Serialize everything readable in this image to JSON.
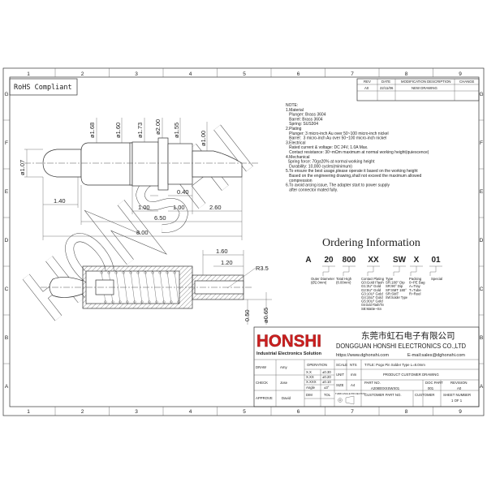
{
  "frame": {
    "columns": [
      "1",
      "2",
      "3",
      "4",
      "5",
      "6",
      "7",
      "8",
      "9"
    ],
    "rows": [
      "G",
      "F",
      "E",
      "D",
      "C",
      "B",
      "A"
    ]
  },
  "rohs": "RoHS Compliant",
  "watermark": "HONSHI",
  "revision_table": {
    "headers": [
      "REV",
      "DATE",
      "MODIFICATION DESCRIPTION",
      "CHANGE"
    ],
    "rows": [
      [
        "A0",
        "22/11/06",
        "NEW DRAWING",
        ""
      ]
    ]
  },
  "notes": [
    "NOTE:",
    "1.Material",
    "   Plunger: Brass 3604",
    "   Barrel: Brass 3604",
    "   Spring: SUS304",
    "2.Plating",
    "   Plunger: 3 micro-inch Au over 50~100 micro-inch nickel",
    "   Barrel:  3 micro-inch Au over 50~100 micro-inch nickel",
    "3.Electrical",
    "   Rated current & voltage: DC 24V, 1.0A Max.",
    "   Contact resistance: 30~mΩm maximum at normal working height(quiescence)",
    "4.Mechanical",
    "  Spring force: 70g±20% at normal working height",
    "   Durability: 10,000 cycles(minimum)",
    "5.To ensure the best usage,please operate it based on the working height",
    "   Based on the engineering drawing,shall not exceed the maximum allowed",
    "   compression",
    "6.To avoid arcing issue, The adapter start to power supply",
    "   after connector mated fully."
  ],
  "dimensions": {
    "diameters": [
      "ø1.68",
      "ø1.60",
      "ø1.73",
      "ø2.00",
      "ø1.55",
      "ø1.00",
      "ø1.07"
    ],
    "lengths": [
      "1.40",
      "1.00",
      "1.00",
      "0.40",
      "2.60",
      "6.50",
      "8.00"
    ],
    "section": [
      "1.60",
      "1.20",
      "R3.5",
      "0.50",
      "ø0.65"
    ]
  },
  "ordering": {
    "title": "Ordering Information",
    "codes": [
      "A",
      "20",
      "800",
      "XX",
      "SW",
      "X",
      "01"
    ],
    "descriptions": [
      [
        "Outer Diameter",
        "(Ø2.0mm)"
      ],
      [
        "Total High",
        "(8.00mm)"
      ],
      [
        "Contact   Plating",
        "G0:Gold  Flash",
        "G1:3U\"  Gold",
        "G2:5U\"  Gold",
        "G3:10U\"  Gold",
        "G4:15U\"  Gold",
        "G5:30U\"  Gold",
        "G6:Gold  Flash/Tin",
        "S8:Matte~Sn"
      ],
      [
        "Type",
        "SR:180°  Dip",
        "SR:90°  Dip",
        "SP:SMT  180°",
        "SR:SMT",
        "SW:Solder  Type"
      ],
      [
        "Packing",
        "0=PE  Bag",
        "A=Tray",
        "T=Tube",
        "R=Reel"
      ],
      [
        "Special"
      ]
    ]
  },
  "title_block": {
    "logo": "HONSHI",
    "logo_tagline": "Industrial Electronics Solution",
    "company_cn": "东莞市虹石电子有限公司",
    "company_en": "DONGGUAN HONSHI ELECTRONICS CO.,LTD",
    "website": "https://www.dghonshi.com",
    "email": "E-mail:sales@dghonshi.com",
    "draw_label": "DRAW",
    "draw_name": "Amy",
    "check_label": "CHECK",
    "check_name": "Jose",
    "approve_label": "APPROVE",
    "approve_name": "David",
    "operation": "OPERATION",
    "tolerances": [
      [
        "X.X",
        "±0.30"
      ],
      [
        "X.XX",
        "±0.20"
      ],
      [
        "X.XXX",
        "±0.10"
      ],
      [
        "Angle",
        "±3°"
      ],
      [
        "DIM",
        "TOL"
      ]
    ],
    "scale_label": "SCALE",
    "scale": "NTS",
    "unit_label": "UNIT",
    "unit": "mm",
    "size_label": "SIZE",
    "size": "A4",
    "projection": "THIRD ANGLE PROJECTION",
    "title": "TITLE: Pogo Pin Solder Type L=8.0mm",
    "drawing_type": "PRODUCT CUSTOMER DRAWING",
    "part_no_label": "PART NO.",
    "part_no": "A20800XXSWX01",
    "doc_part_label": "DOC PART",
    "doc_part": "001",
    "revision_label": "REVISION",
    "revision": "A0",
    "customer_part_label": "CUSTOMER PART NO.",
    "customer_label": "CUSTOMER",
    "sheet_label": "SHEET NUMBER",
    "sheet": "1 OF 1"
  },
  "colors": {
    "logo": "#cc1f1f",
    "line": "#333333"
  }
}
